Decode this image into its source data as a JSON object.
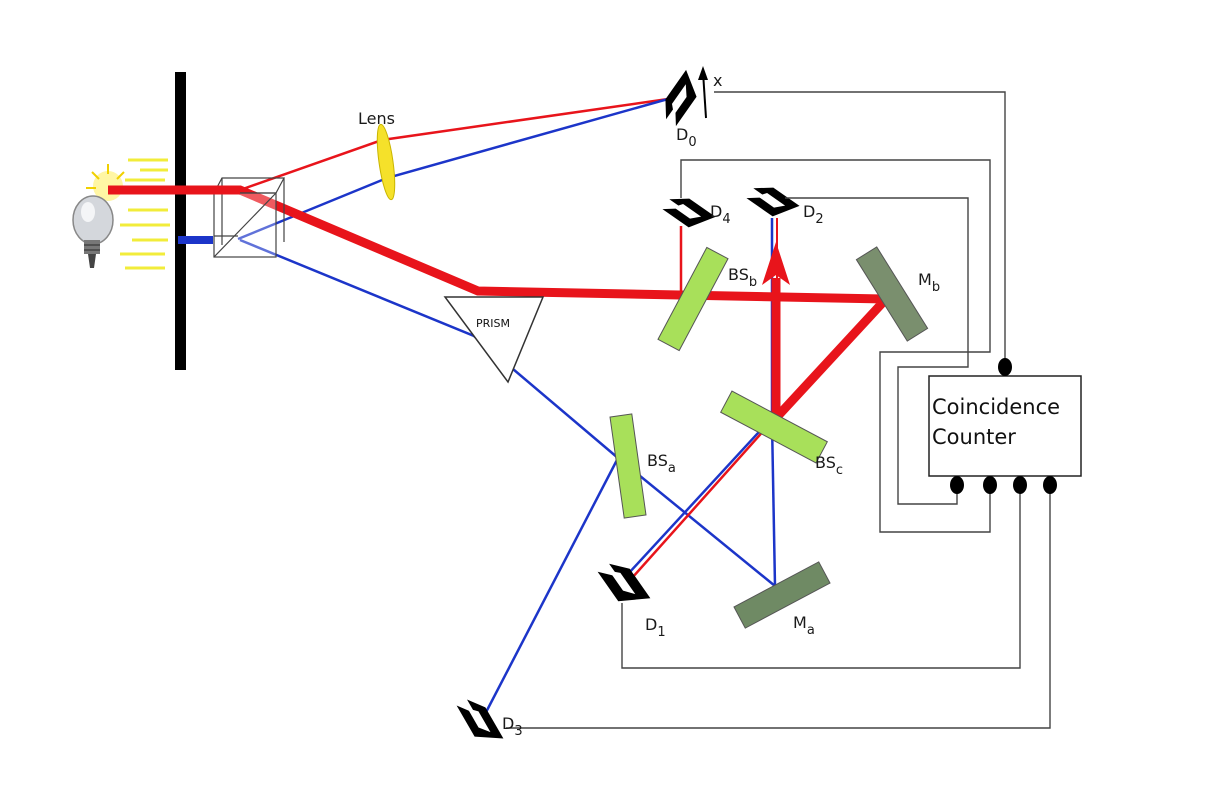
{
  "labels": {
    "lens": "Lens",
    "prism": "PRISM",
    "d0": {
      "main": "D",
      "sub": "0"
    },
    "d1": {
      "main": "D",
      "sub": "1"
    },
    "d2": {
      "main": "D",
      "sub": "2"
    },
    "d3": {
      "main": "D",
      "sub": "3"
    },
    "d4": {
      "main": "D",
      "sub": "4"
    },
    "bsa": {
      "main": "BS",
      "sub": "a"
    },
    "bsb": {
      "main": "BS",
      "sub": "b"
    },
    "bsc": {
      "main": "BS",
      "sub": "c"
    },
    "ma": {
      "main": "M",
      "sub": "a"
    },
    "mb": {
      "main": "M",
      "sub": "b"
    },
    "x_axis": "x",
    "counter_line1": "Coincidence",
    "counter_line2": "Counter"
  },
  "colors": {
    "red_beam": "#e8141b",
    "blue_beam": "#1c35c9",
    "beam_splitter": "#a8e05a",
    "mirror": "#7a8f6e",
    "wire": "#444444",
    "lens": "#f5e12a"
  }
}
